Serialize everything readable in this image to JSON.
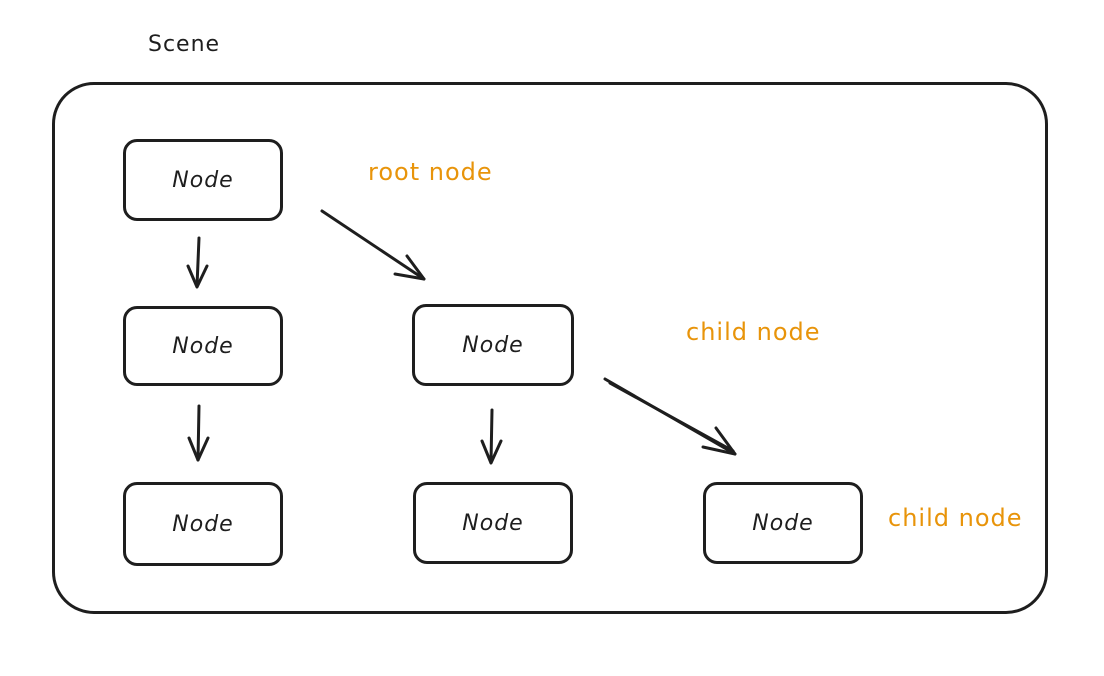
{
  "diagram": {
    "title": "Scene",
    "nodes": [
      {
        "label": "Node"
      },
      {
        "label": "Node"
      },
      {
        "label": "Node"
      },
      {
        "label": "Node"
      },
      {
        "label": "Node"
      },
      {
        "label": "Node"
      }
    ],
    "annotations": {
      "root": "root node",
      "child_middle": "child node",
      "child_right": "child node"
    },
    "colors": {
      "stroke": "#1e1e1e",
      "annotation": "#e8940a"
    }
  }
}
